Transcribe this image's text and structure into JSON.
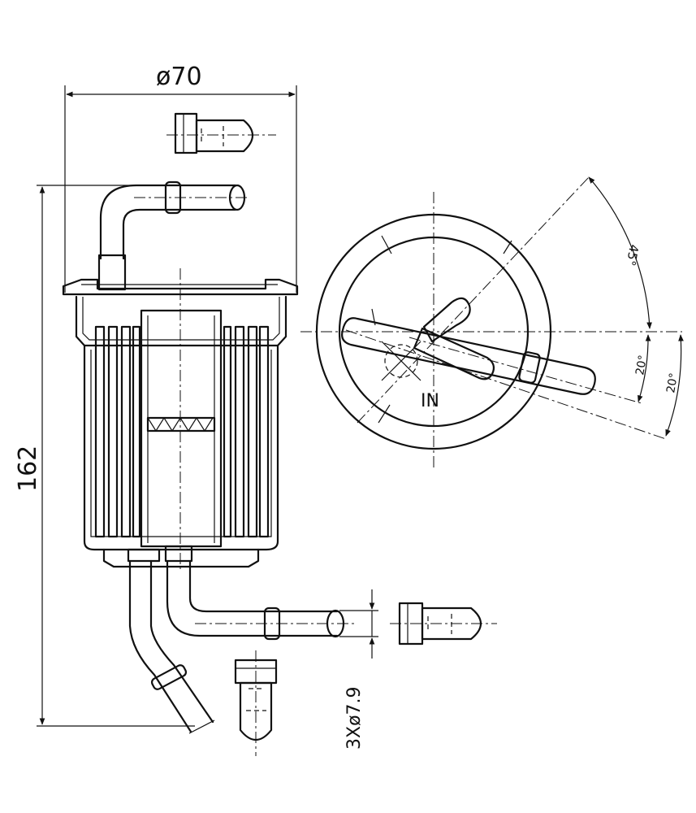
{
  "dimensions": {
    "diameter": "ø70",
    "height": "162",
    "pipe": "3Xø7.9"
  },
  "top_view": {
    "inlet_label": "IN",
    "angle_45": "45°",
    "angle_20_inner": "20°",
    "angle_20_outer": "20°"
  }
}
